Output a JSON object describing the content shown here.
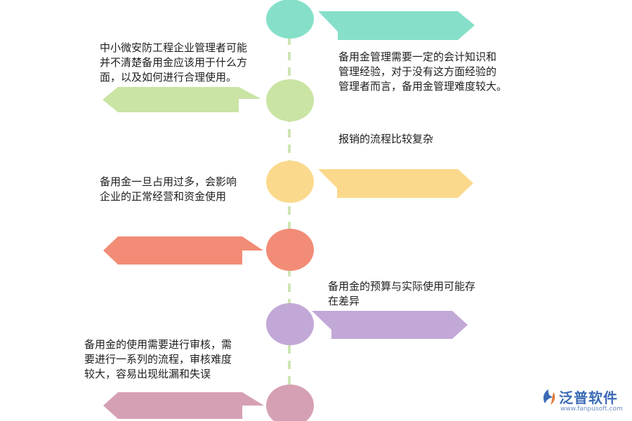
{
  "colors": {
    "teal": "#86e0c9",
    "green": "#c9e4a3",
    "yellow": "#fbd98c",
    "salmon": "#f28c76",
    "purple": "#c2a8d6",
    "pink": "#d6a0b4",
    "spine": "#cfe5b4",
    "logo": "#3b6bb5"
  },
  "items": [
    {
      "text": "备用金管理需要一定的会计知识和\n管理经验，对于没有这方面经验的\n管理者而言，备用金管理难度较大。"
    },
    {
      "text": "中小微安防工程企业管理者可能\n并不清楚备用金应该用于什么方\n面，以及如何进行合理使用。"
    },
    {
      "text": "报销的流程比较复杂"
    },
    {
      "text": "备用金一旦占用过多，会影响\n企业的正常经营和资金使用"
    },
    {
      "text": "备用金的预算与实际使用可能存\n在差异"
    },
    {
      "text": "备用金的使用需要进行审核，需\n要进行一系列的流程，审核难度\n较大，容易出现纰漏和失误"
    }
  ],
  "logo": {
    "name": "泛普软件",
    "url": "www.fanpusoft.com",
    "icon": "fanpu-logo-icon"
  }
}
